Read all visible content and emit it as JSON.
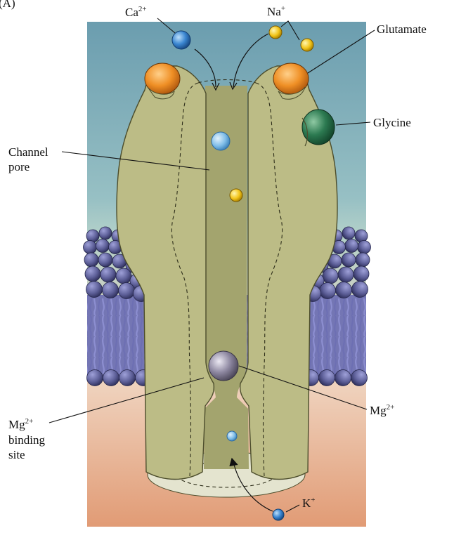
{
  "panel_letter": "(A)",
  "labels": {
    "ca": {
      "base": "Ca",
      "sup": "2+"
    },
    "na": {
      "base": "Na",
      "sup": "+"
    },
    "glutamate": "Glutamate",
    "glycine": "Glycine",
    "channel_pore": [
      "Channel",
      "pore"
    ],
    "mg": {
      "base": "Mg",
      "sup": "2+"
    },
    "mg_site": {
      "base": "Mg",
      "sup": "2+",
      "lines": [
        "binding",
        "site"
      ]
    },
    "k": {
      "base": "K",
      "sup": "+"
    }
  },
  "colors": {
    "extracellular": "#8fb8c0",
    "intracellular": "#e7a583",
    "membrane_head": "#5d5f98",
    "membrane_tail": "#7d7fbf",
    "channel_body": "#bcbc86",
    "channel_edge": "#4c4d2c",
    "pore": "#a3a46e",
    "glutamate": "#ef8f25",
    "glycine": "#2c7a51",
    "calcium_ion": "#3a86d1",
    "sodium_ion": "#f2c418",
    "magnesium_ion": "#8d87a0",
    "potassium_ion": "#2f7fd3"
  }
}
